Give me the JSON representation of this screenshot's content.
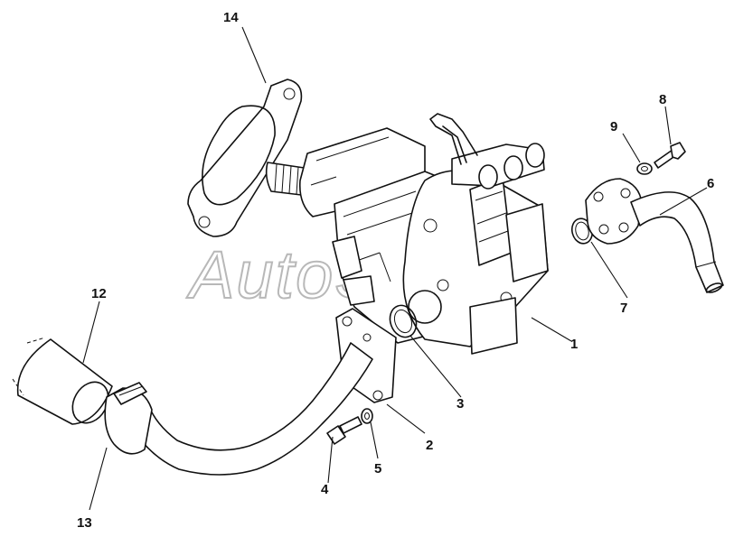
{
  "watermark": "AutoSoft",
  "callouts": [
    {
      "id": "1",
      "part": "hydraulic-pump"
    },
    {
      "id": "2",
      "part": "inlet-pipe"
    },
    {
      "id": "3",
      "part": "o-ring-inlet"
    },
    {
      "id": "4",
      "part": "bolt-inlet"
    },
    {
      "id": "5",
      "part": "washer-inlet"
    },
    {
      "id": "6",
      "part": "outlet-pipe"
    },
    {
      "id": "7",
      "part": "o-ring-outlet"
    },
    {
      "id": "8",
      "part": "bolt-outlet"
    },
    {
      "id": "9",
      "part": "washer-outlet"
    },
    {
      "id": "12",
      "part": "suction-hose"
    },
    {
      "id": "13",
      "part": "hose-clamp"
    },
    {
      "id": "14",
      "part": "gasket"
    }
  ]
}
